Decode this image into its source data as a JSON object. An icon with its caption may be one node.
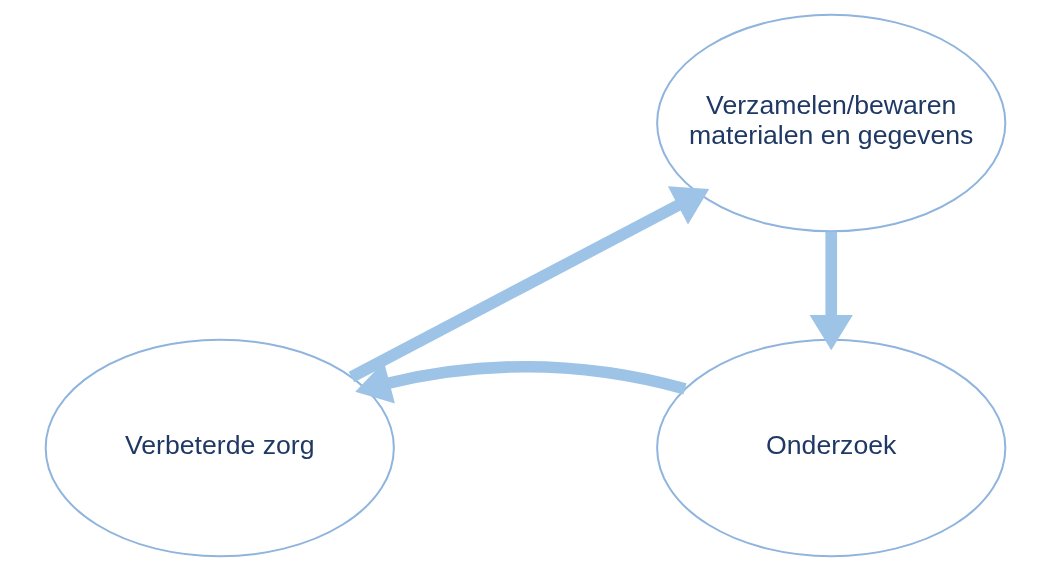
{
  "diagram": {
    "nodes": [
      {
        "text": [
          "Verzamelen/bewaren materialen en gegevens"
        ]
      },
      {
        "text": [
          "Onderzoek"
        ]
      },
      {
        "text": [
          "Verbeterde zorg"
        ]
      }
    ],
    "edges": [
      {
        "from": 0,
        "to": 1,
        "arrow": "to"
      },
      {
        "from": 1,
        "to": 2,
        "arrow": "to"
      },
      {
        "from": 2,
        "to": 0,
        "arrow": "to"
      }
    ]
  }
}
